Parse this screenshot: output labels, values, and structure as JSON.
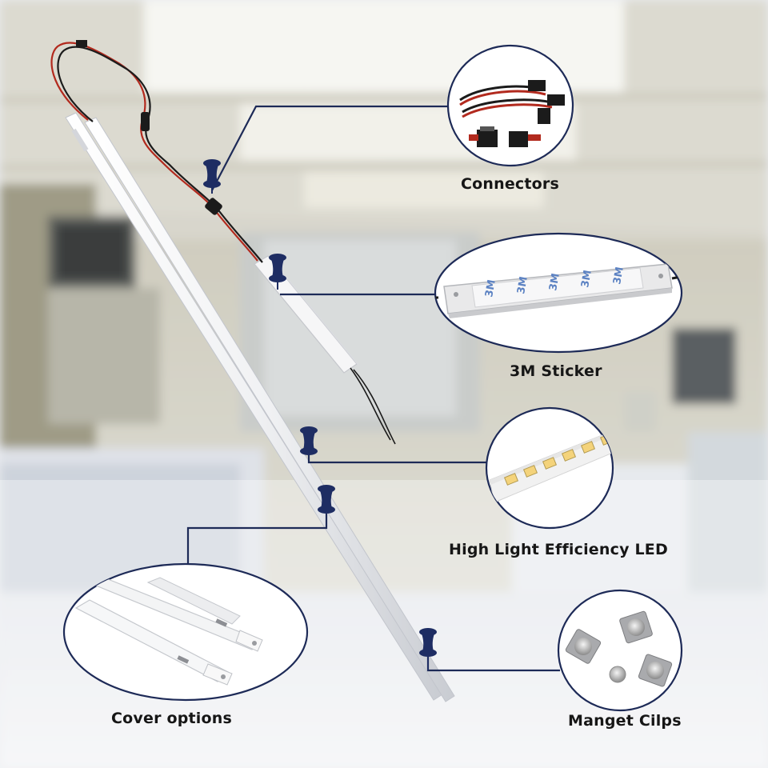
{
  "features": [
    {
      "id": "connectors",
      "label": "Connectors"
    },
    {
      "id": "sticker",
      "label": "3M Sticker",
      "printed_text": "3M"
    },
    {
      "id": "led",
      "label": "High Light Efficiency LED"
    },
    {
      "id": "cover",
      "label": "Cover options"
    },
    {
      "id": "clips",
      "label": "Manget Cilps"
    }
  ],
  "colors": {
    "accent_navy": "#1d2a57",
    "ring_stroke": "#1d2a57",
    "pin": "#1e2d63",
    "wire_red": "#b22a1e",
    "wire_black": "#1b1b1b"
  }
}
